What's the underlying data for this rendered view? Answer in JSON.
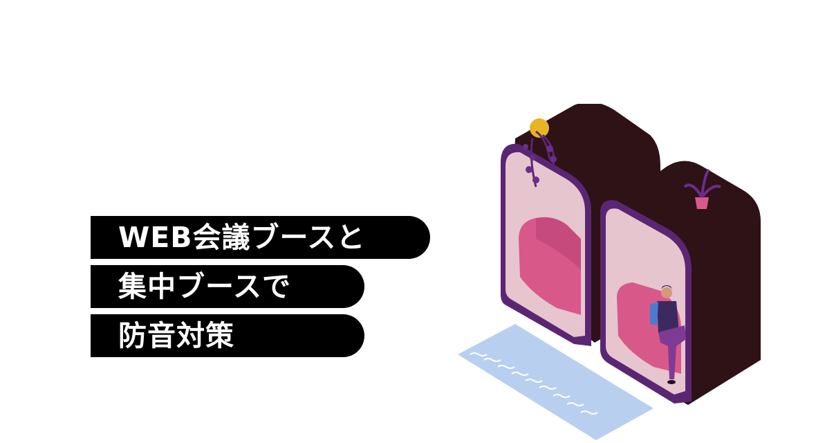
{
  "headline": {
    "line1": "WEB会議ブースと",
    "line2": "集中ブースで",
    "line3": "防音対策"
  },
  "illustration": {
    "description_icons": [
      "phone-booth-icon",
      "plant-icon",
      "person-icon",
      "rug-icon"
    ]
  },
  "colors": {
    "banner_bg": "#000000",
    "banner_text": "#ffffff",
    "booth_dark": "#2e1216",
    "booth_rim": "#5a2673",
    "booth_inner": "#e7c5cf",
    "chair": "#d9588a",
    "rug": "#b9cff0"
  }
}
